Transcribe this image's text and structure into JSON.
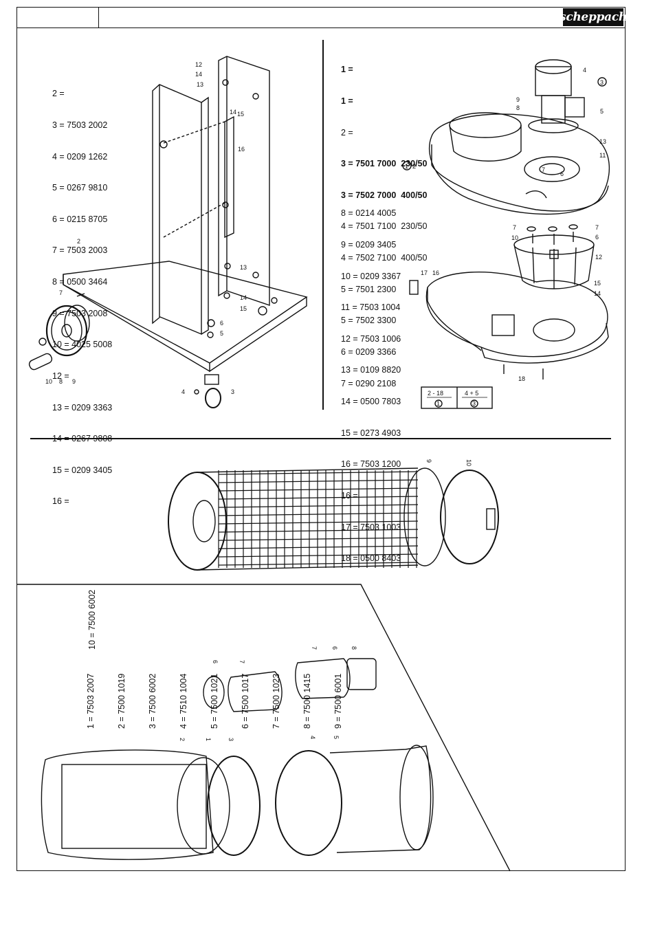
{
  "header": {
    "brand": "scheppach"
  },
  "stand_parts": [
    "2 =",
    "3 = 7503 2002",
    "4 = 0209 1262",
    "5 = 0267 9810",
    "6 = 0215 8705",
    "7 = 7503 2003",
    "8 = 0500 3464",
    "9 = 7503 2008",
    "10 = 4025 5008",
    "12 =",
    "13 = 0209 3363",
    "14 = 0267 9808",
    "15 = 0209 3405",
    "16 ="
  ],
  "motor_parts_a": [
    {
      "text": "1 =",
      "bold": true
    },
    {
      "text": "1 =",
      "bold": true
    },
    {
      "text": "2 =",
      "bold": false
    },
    {
      "text": "3 = 7501 7000  230/50",
      "bold": true
    },
    {
      "text": "3 = 7502 7000  400/50",
      "bold": true
    },
    {
      "text": "4 = 7501 7100  230/50",
      "bold": false
    },
    {
      "text": "4 = 7502 7100  400/50",
      "bold": false
    },
    {
      "text": "5 = 7501 2300",
      "bold": false
    },
    {
      "text": "5 = 7502 3300",
      "bold": false
    },
    {
      "text": "6 = 0209 3366",
      "bold": false
    },
    {
      "text": "7 = 0290 2108",
      "bold": false
    }
  ],
  "motor_parts_b": [
    "8 = 0214 4005",
    "9 = 0209 3405",
    "10 = 0209 3367",
    "11 = 7503 1004",
    "12 = 7503 1006",
    "13 = 0109 8820",
    "14 = 0500 7803",
    "15 = 0273 4903",
    "16 = 7503 1200",
    "16 =",
    "17 = 7503 1003",
    "18 = 0500 8403"
  ],
  "assembly_table": {
    "cell1_range": "2 - 18",
    "cell1_ref": "1",
    "cell2_range": "4 + 5",
    "cell2_ref": "3"
  },
  "bag_parts": [
    "1 = 7503 2007",
    "2 = 7500 1019",
    "3 = 7500 6002",
    "4 = 7510 1004",
    "5 = 7500 1021",
    "6 = 7500 1017",
    "7 = 7500 1023",
    "8 = 7500 1415",
    "9 = 7500 6001"
  ],
  "bag_part_10": "10 = 7500 6002",
  "callouts": {
    "stand": [
      "12",
      "14",
      "13",
      "14",
      "15",
      "16",
      "2",
      "7",
      "13",
      "14",
      "15",
      "6",
      "5",
      "4",
      "3",
      "10",
      "8",
      "9"
    ],
    "motor": [
      "4",
      "3",
      "9",
      "8",
      "5",
      "13",
      "11",
      "2",
      "1",
      "7",
      "6",
      "7",
      "10",
      "7",
      "6",
      "12",
      "17",
      "16",
      "15",
      "14",
      "18"
    ],
    "filter": [
      "9",
      "10"
    ],
    "bag": [
      "6",
      "7",
      "7",
      "6",
      "8",
      "2",
      "1",
      "3",
      "4",
      "5"
    ]
  }
}
